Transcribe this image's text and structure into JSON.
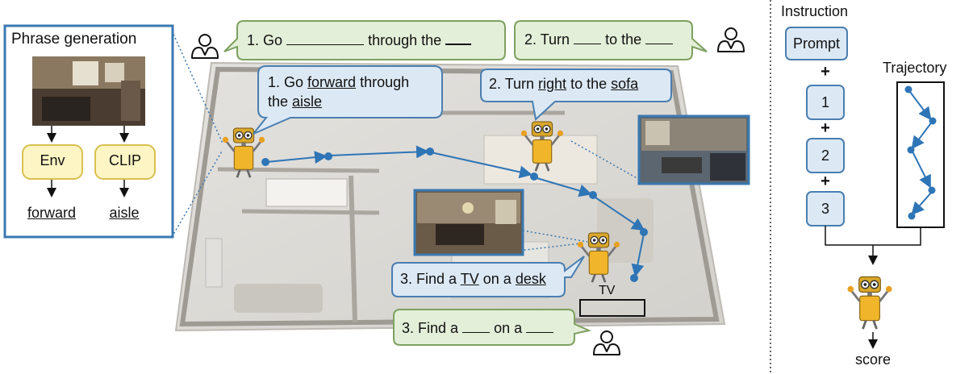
{
  "phrase_panel": {
    "title": "Phrase generation",
    "env_label": "Env",
    "clip_label": "CLIP",
    "env_output": "forward",
    "clip_output": "aisle"
  },
  "templates": {
    "t1_prefix": "1. Go",
    "t1_middle": "through the",
    "t2_prefix": "2. Turn",
    "t2_middle": "to the",
    "t3_prefix": "3. Find a",
    "t3_middle": "on a"
  },
  "filled": {
    "f1_prefix": "1. Go",
    "f1_word1": "forward",
    "f1_middle": "through",
    "f1_line2_prefix": "the",
    "f1_word2": "aisle",
    "f2_prefix": "2. Turn",
    "f2_word1": "right",
    "f2_middle": "to the",
    "f2_word2": "sofa",
    "f3_prefix": "3. Find a",
    "f3_word1": "TV",
    "f3_middle": "on a",
    "f3_word2": "desk"
  },
  "map_labels": {
    "tv": "TV"
  },
  "right_panel": {
    "instruction_title": "Instruction",
    "prompt_label": "Prompt",
    "plus": "+",
    "step_1": "1",
    "step_2": "2",
    "step_3": "3",
    "trajectory_title": "Trajectory",
    "score_label": "score"
  },
  "colors": {
    "blue_bubble_fill": "#dce9f5",
    "blue_bubble_stroke": "#4a7eb0",
    "green_bubble_fill": "#e3efd8",
    "green_bubble_stroke": "#7ea060",
    "yellow_box_fill": "#fdf5c4",
    "yellow_box_stroke": "#d8c050",
    "path_blue": "#2e75b6",
    "panel_border": "#3a78b0"
  }
}
